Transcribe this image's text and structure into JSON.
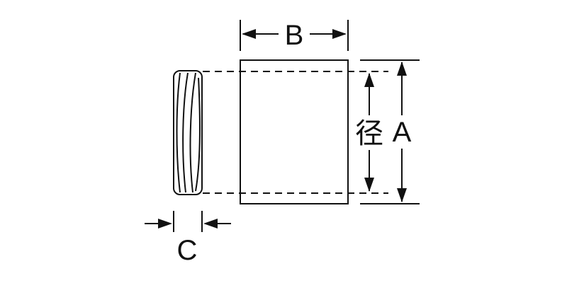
{
  "labels": {
    "b": "B",
    "c": "C",
    "a": "A",
    "diameter": "径"
  },
  "colors": {
    "line": "#111111",
    "background": "#ffffff"
  }
}
